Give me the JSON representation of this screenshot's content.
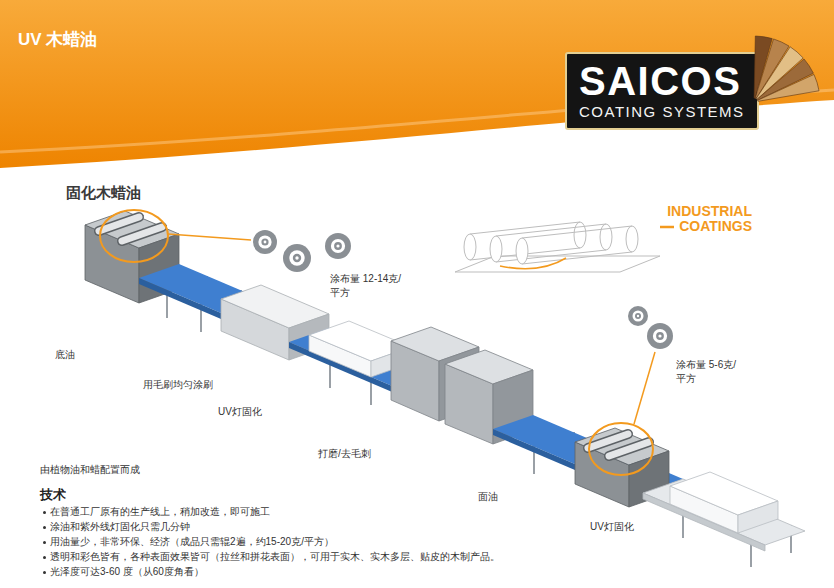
{
  "diagram": {
    "title": "固化木蜡油",
    "nodes": [
      {
        "text": [
          "UV 木蜡油"
        ]
      },
      {
        "text": [
          "SAICOS",
          "COATING SYSTEMS"
        ]
      }
    ],
    "labels": [
      "INDUSTRIAL COATINGS",
      "涂布量 12-14克/平方",
      "底油",
      "用毛刷均匀涂刷",
      "UV灯固化",
      "打磨/去毛刺",
      "涂布量 5-6克/平方",
      "由植物油和蜡配置而成",
      "面油",
      "UV灯固化",
      "技术",
      "在普通工厂原有的生产线上，稍加改造，即可施工",
      "涂油和紫外线灯固化只需几分钟",
      "用油量少，非常环保、经济（成品只需辊2遍，约15-20克/平方）",
      "透明和彩色皆有，各种表面效果皆可（拉丝和拼花表面），可用于实木、实木多层、贴皮的木制产品。",
      "光泽度可达3-60 度（从60度角看）"
    ]
  }
}
